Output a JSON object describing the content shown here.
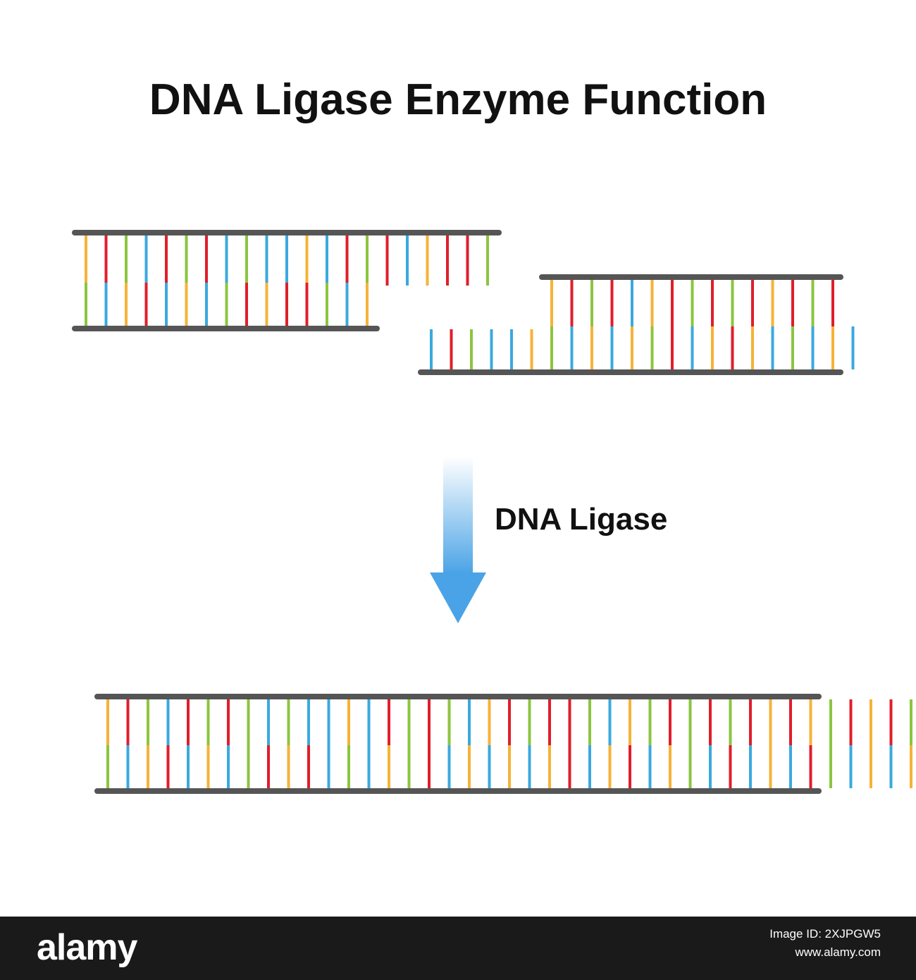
{
  "title": "DNA Ligase Enzyme Function",
  "arrow_label": "DNA Ligase",
  "colors": {
    "backbone": "#555555",
    "orange": "#f6b237",
    "red": "#e01e2b",
    "green": "#8bc53f",
    "blue": "#3aa9df",
    "arrow_top": "#ffffff",
    "arrow_bottom": "#4aa3e6"
  },
  "fragments": {
    "left": {
      "top_strand": [
        "o",
        "r",
        "g",
        "b",
        "r",
        "g",
        "r",
        "b",
        "g",
        "b",
        "b",
        "o",
        "b",
        "r",
        "g",
        "r",
        "b",
        "o",
        "r",
        "r",
        "g"
      ],
      "bottom_strand": [
        "g",
        "b",
        "o",
        "r",
        "b",
        "o",
        "b",
        "g",
        "r",
        "o",
        "r",
        "r",
        "g",
        "b",
        "o"
      ]
    },
    "right": {
      "top_strand": [
        "o",
        "r",
        "g",
        "r",
        "b",
        "o",
        "r",
        "g",
        "r",
        "g",
        "r",
        "o",
        "r",
        "g",
        "r"
      ],
      "bottom_strand": [
        "b",
        "r",
        "g",
        "b",
        "b",
        "o",
        "g",
        "b",
        "o",
        "b",
        "o",
        "g",
        "r",
        "b",
        "o",
        "r",
        "o",
        "b",
        "g",
        "b",
        "o",
        "b"
      ]
    }
  },
  "product": {
    "top_strand": [
      "o",
      "r",
      "g",
      "b",
      "r",
      "g",
      "r",
      "g",
      "b",
      "g",
      "b",
      "b",
      "o",
      "b",
      "r",
      "g",
      "r",
      "g",
      "b",
      "o",
      "r",
      "g",
      "r",
      "r",
      "g",
      "b",
      "o",
      "g",
      "r",
      "g",
      "r",
      "g",
      "r",
      "o",
      "r",
      "o",
      "g",
      "r",
      "o",
      "r",
      "g",
      "r"
    ],
    "bottom_strand": [
      "g",
      "b",
      "o",
      "r",
      "b",
      "o",
      "b",
      "g",
      "r",
      "o",
      "r",
      "b",
      "g",
      "b",
      "o",
      "g",
      "r",
      "b",
      "o",
      "b",
      "o",
      "b",
      "o",
      "r",
      "b",
      "o",
      "r",
      "b",
      "o",
      "g",
      "b",
      "r",
      "b",
      "o",
      "b",
      "r",
      "g",
      "b",
      "o",
      "b",
      "o",
      "b"
    ]
  },
  "watermark": {
    "logo": "alamy",
    "image_id": "Image ID: 2XJPGW5",
    "url": "www.alamy.com"
  }
}
